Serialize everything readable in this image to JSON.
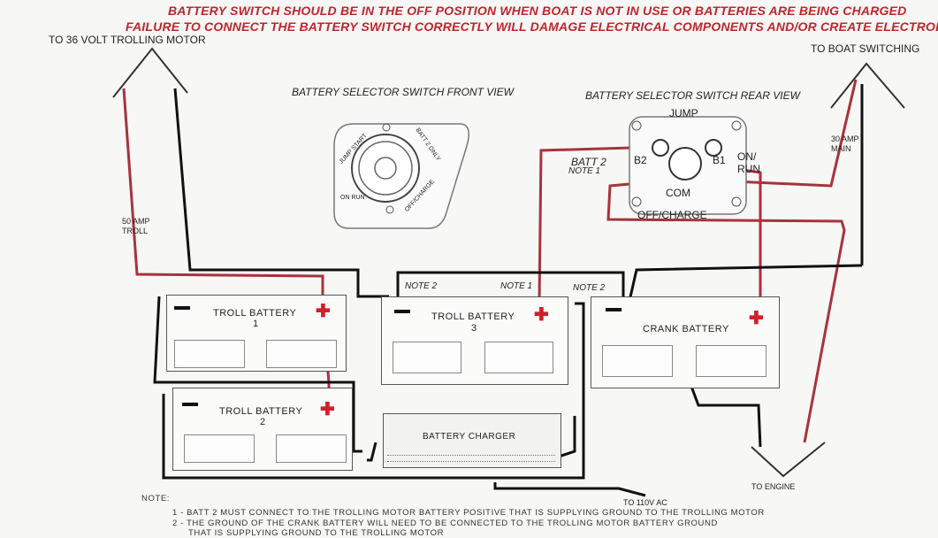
{
  "warning": {
    "line1": "BATTERY SWITCH SHOULD BE IN THE OFF POSITION WHEN BOAT IS NOT IN USE OR BATTERIES ARE BEING CHARGED",
    "line2": "FAILURE TO CONNECT THE BATTERY SWITCH CORRECTLY WILL DAMAGE ELECTRICAL COMPONENTS AND/OR CREATE ELECTROLYSIS"
  },
  "outputs": {
    "trolling_motor": "TO 36 VOLT TROLLING MOTOR",
    "boat_switching": "TO BOAT SWITCHING",
    "engine": "TO ENGINE",
    "ac": "TO 110V AC"
  },
  "fuses": {
    "troll_line1": "50 AMP",
    "troll_line2": "TROLL",
    "main_line1": "30 AMP",
    "main_line2": "MAIN"
  },
  "front_view": {
    "title": "BATTERY SELECTOR SWITCH FRONT VIEW",
    "jump_start": "JUMP START",
    "batt2_only": "BATT 2 ONLY",
    "on_run": "ON RUN",
    "off_charge": "OFF/CHARGE"
  },
  "rear_view": {
    "title": "BATTERY SELECTOR SWITCH REAR VIEW",
    "jump": "JUMP",
    "b2": "B2",
    "b1": "B1",
    "com": "COM",
    "on_run_1": "ON/",
    "on_run_2": "RUN",
    "off_charge": "OFF/CHARGE",
    "batt2_note_1": "BATT 2",
    "batt2_note_2": "NOTE 1"
  },
  "batteries": {
    "troll1_name": "TROLL BATTERY",
    "troll1_num": "1",
    "troll2_name": "TROLL BATTERY",
    "troll2_num": "2",
    "troll3_name": "TROLL BATTERY",
    "troll3_num": "3",
    "crank_name": "CRANK BATTERY"
  },
  "charger": {
    "label": "BATTERY CHARGER"
  },
  "wire_notes": {
    "note2_a": "NOTE 2",
    "note1": "NOTE 1",
    "note2_b": "NOTE 2"
  },
  "notes": {
    "heading": "NOTE:",
    "n1": "1 - BATT 2 MUST CONNECT TO THE TROLLING MOTOR BATTERY POSITIVE THAT IS SUPPLYING GROUND TO THE TROLLING MOTOR",
    "n2": "2 - THE GROUND OF THE CRANK BATTERY WILL NEED TO BE CONNECTED TO THE TROLLING MOTOR BATTERY GROUND",
    "n2_cont": "THAT IS SUPPLYING GROUND TO THE TROLLING MOTOR"
  },
  "colors": {
    "positive_wire": "#a8323d",
    "negative_wire": "#111111",
    "warning_text": "#c0252c"
  }
}
